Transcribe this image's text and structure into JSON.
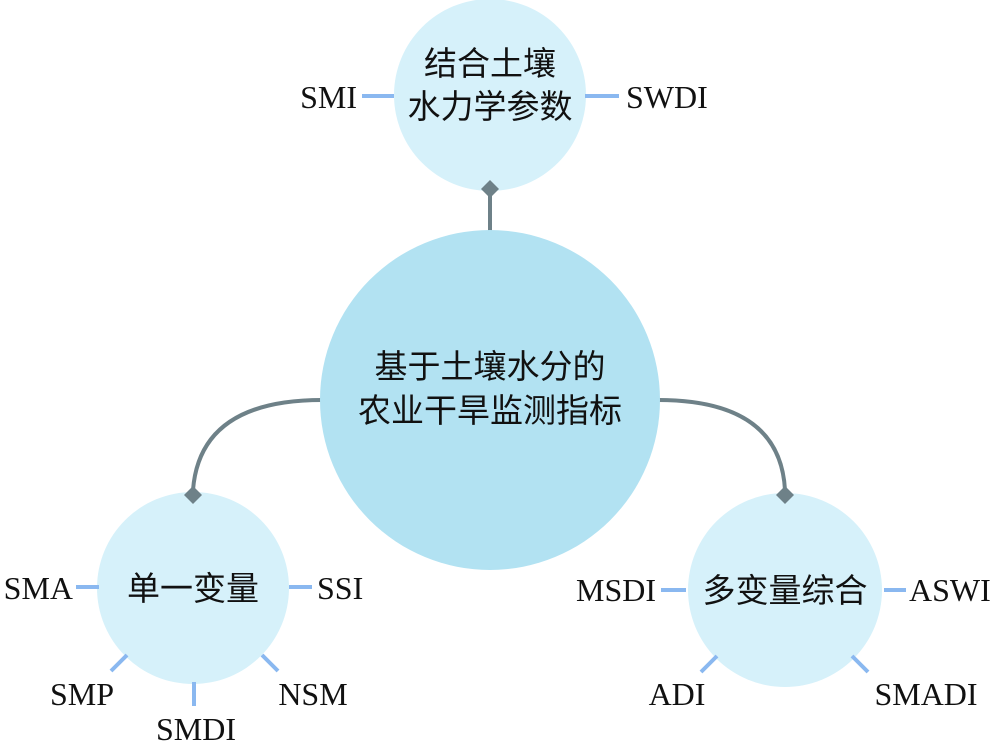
{
  "colors": {
    "small_circle": "#d6f1fa",
    "center_circle": "#b2e2f2",
    "connector": "#6e8188",
    "leaf_line": "#8ab8f0"
  },
  "center": {
    "line1": "基于土壤水分的",
    "line2": "农业干旱监测指标"
  },
  "top": {
    "line1": "结合土壤",
    "line2": "水力学参数",
    "leaves": [
      "SMI",
      "SWDI"
    ]
  },
  "left": {
    "title": "单一变量",
    "leaves": [
      "SMA",
      "SSI",
      "SMP",
      "SMDI",
      "NSM"
    ]
  },
  "right": {
    "title": "多变量综合",
    "leaves": [
      "MSDI",
      "ASWI",
      "ADI",
      "SMADI"
    ]
  }
}
